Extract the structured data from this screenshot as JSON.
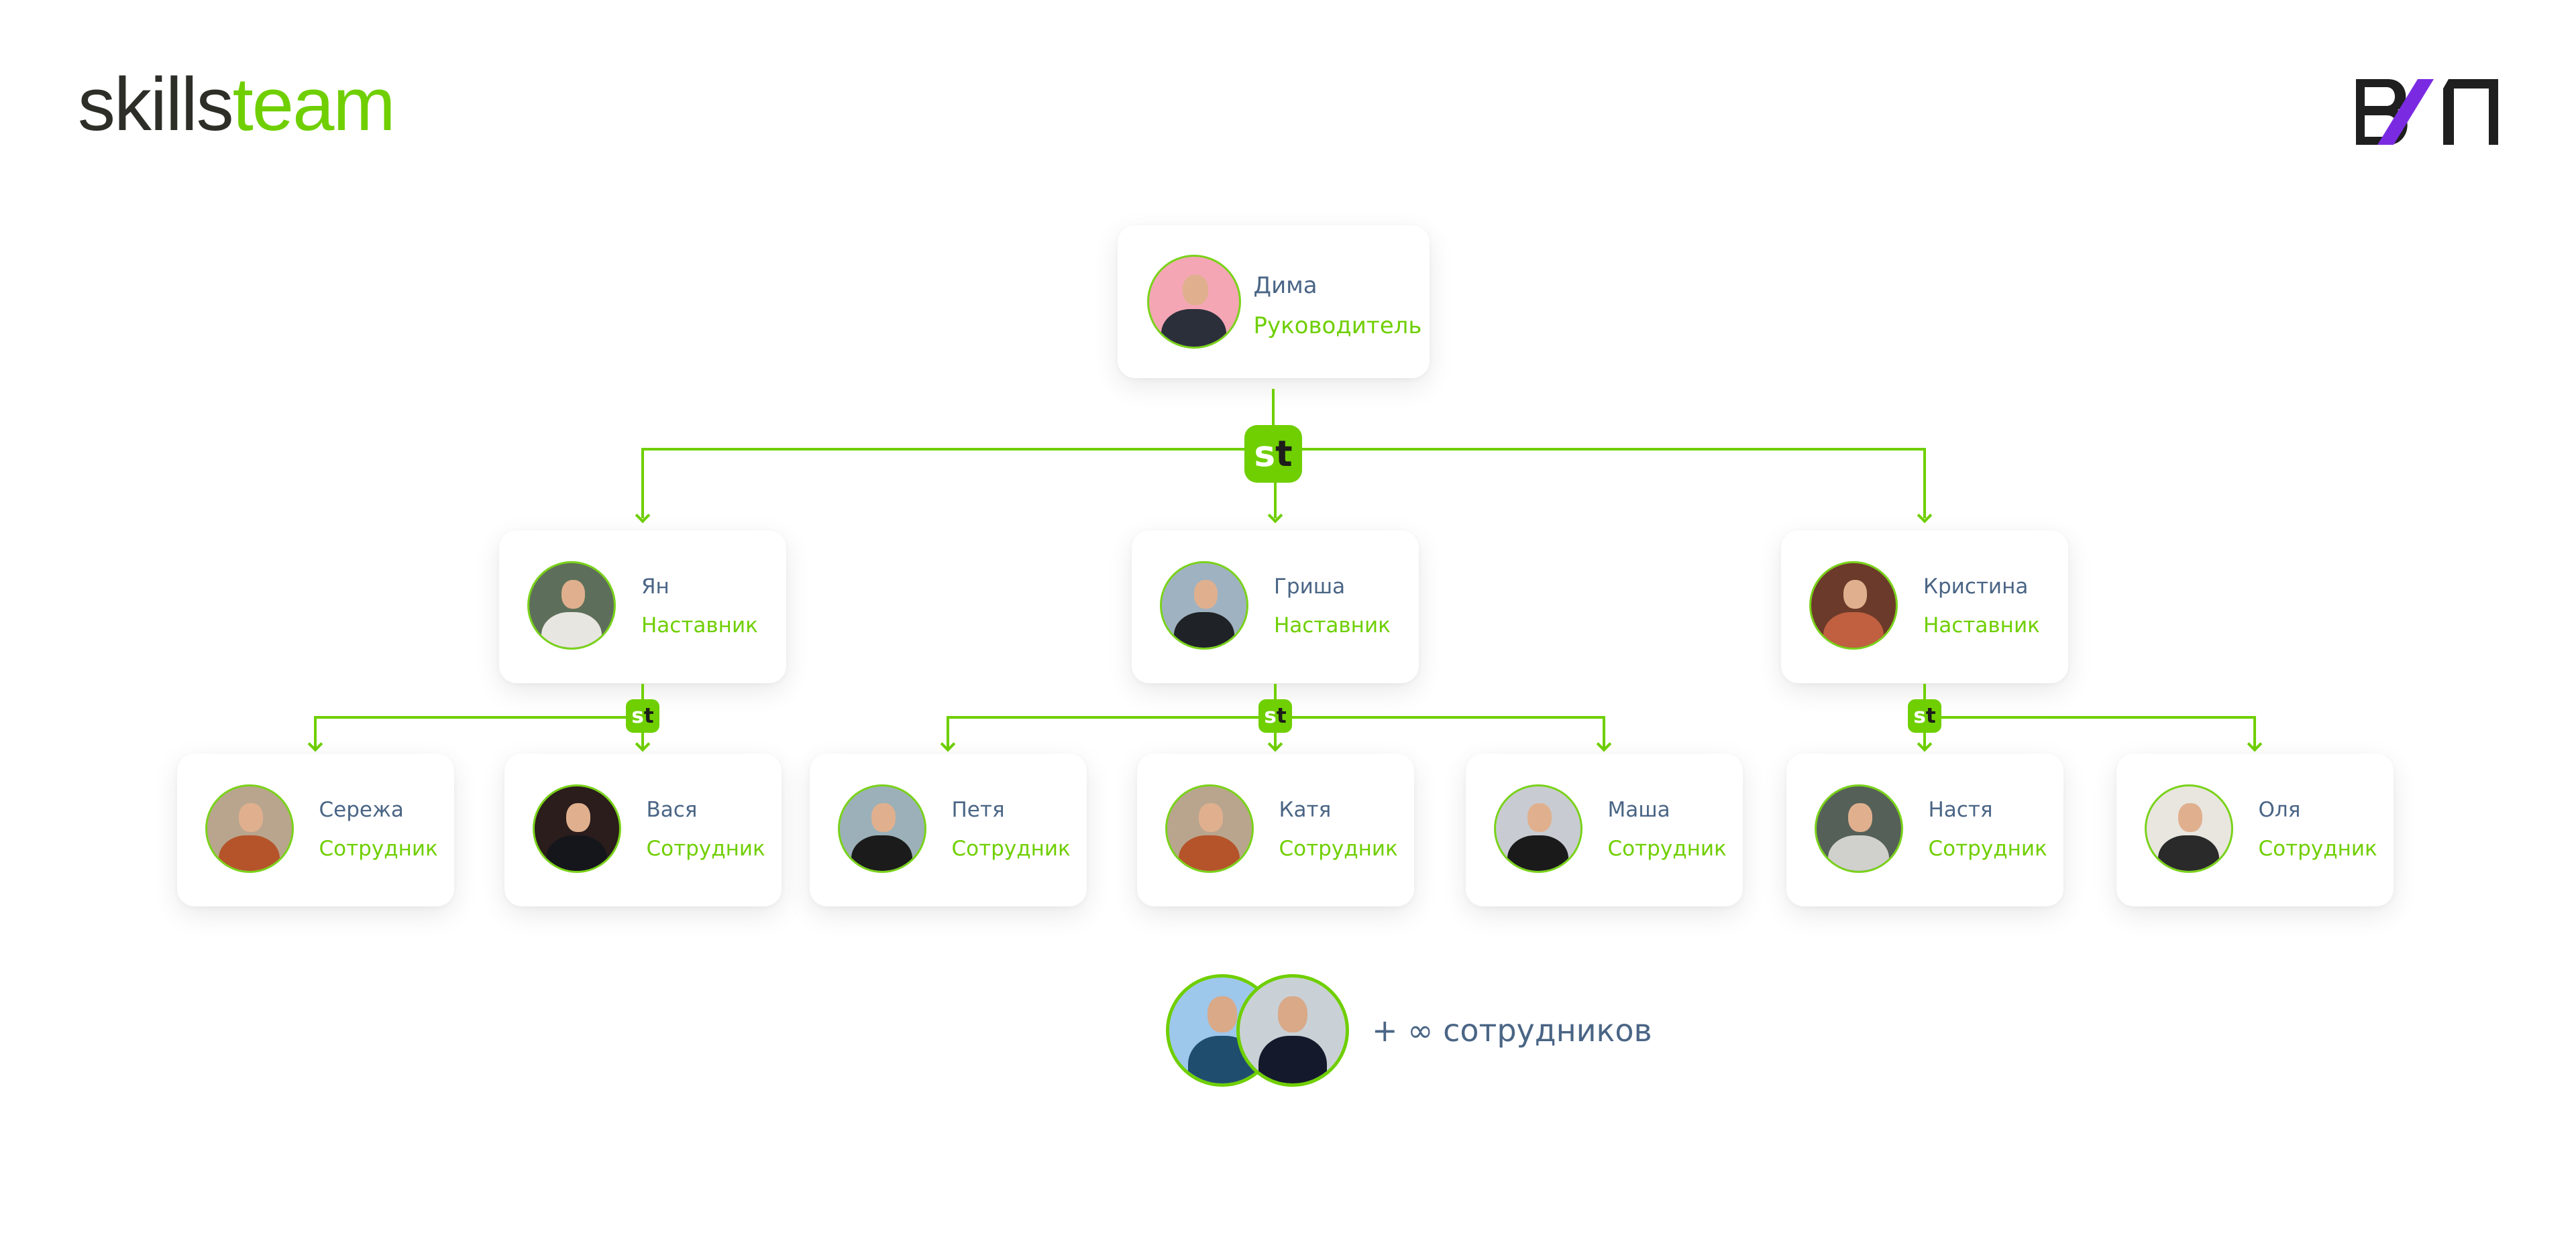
{
  "brand": {
    "logo_left_a": "skills",
    "logo_left_b": "team",
    "logo_right": "В/П"
  },
  "colors": {
    "accent": "#6fcf00",
    "name_text": "#4a6585",
    "badge_s": "#ffffff",
    "badge_t": "#1d1d1b",
    "logo_purple": "#7a2be2"
  },
  "badge_text": {
    "s": "s",
    "t": "t"
  },
  "head": {
    "name": "Дима",
    "role": "Руководитель",
    "avatar_color": "#f4a6b4",
    "body_color": "#2a2f3a"
  },
  "mentors": [
    {
      "name": "Ян",
      "role": "Наставник",
      "avatar_color": "#5d6f5a",
      "body_color": "#e8e6e0"
    },
    {
      "name": "Гриша",
      "role": "Наставник",
      "avatar_color": "#9fb2c2",
      "body_color": "#1f2226"
    },
    {
      "name": "Кристина",
      "role": "Наставник",
      "avatar_color": "#6b3a2a",
      "body_color": "#c06040"
    }
  ],
  "employees": [
    {
      "name": "Сережа",
      "role": "Сотрудник",
      "avatar_color": "#b9a58d",
      "body_color": "#b5542a"
    },
    {
      "name": "Вася",
      "role": "Сотрудник",
      "avatar_color": "#2a1d1c",
      "body_color": "#15161c"
    },
    {
      "name": "Петя",
      "role": "Сотрудник",
      "avatar_color": "#9bb0b8",
      "body_color": "#1b1b1b"
    },
    {
      "name": "Катя",
      "role": "Сотрудник",
      "avatar_color": "#b9a58d",
      "body_color": "#b5542a"
    },
    {
      "name": "Маша",
      "role": "Сотрудник",
      "avatar_color": "#c8ccd2",
      "body_color": "#1a1a1a"
    },
    {
      "name": "Настя",
      "role": "Сотрудник",
      "avatar_color": "#556058",
      "body_color": "#d0d0cc"
    },
    {
      "name": "Оля",
      "role": "Сотрудник",
      "avatar_color": "#e9e6e0",
      "body_color": "#2a2a2a"
    }
  ],
  "more": {
    "text": "+ ∞ сотрудников",
    "avatar_colors": [
      "#9ec7ec",
      "#c9d1d6"
    ],
    "body_colors": [
      "#1f4d6e",
      "#141a2b"
    ]
  }
}
